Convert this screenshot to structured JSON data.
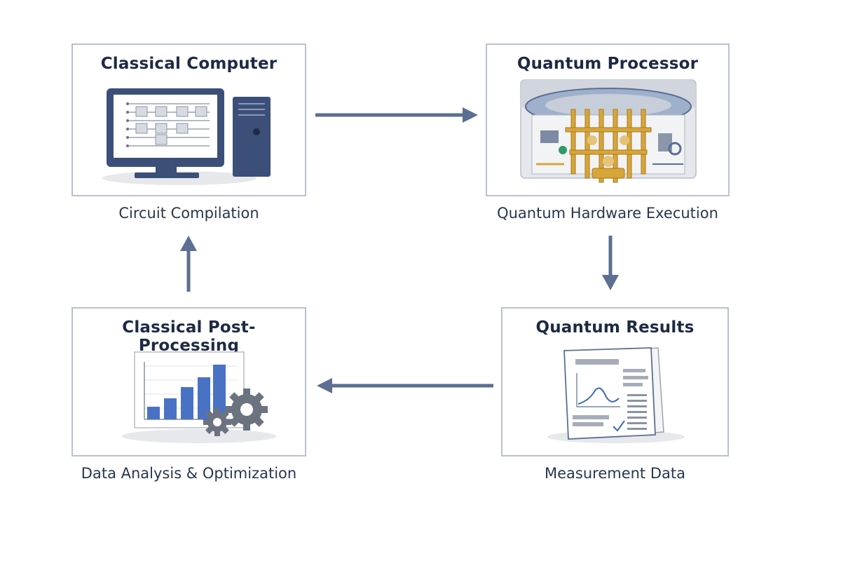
{
  "colors": {
    "accent": "#5b6f92",
    "navy": "#3c4f78",
    "box_border": "#b9c1cf",
    "bar_blue": "#4a72c4",
    "gear": "#6b7280"
  },
  "nodes": {
    "classical_computer": {
      "title": "Classical Computer",
      "caption": "Circuit Compilation",
      "icon": "desktop-computer-icon"
    },
    "quantum_processor": {
      "title": "Quantum Processor",
      "caption": "Quantum Hardware Execution",
      "icon": "quantum-processor-icon"
    },
    "quantum_results": {
      "title": "Quantum Results",
      "caption": "Measurement Data",
      "icon": "results-document-icon"
    },
    "post_processing": {
      "title": "Classical Post-Processing",
      "caption": "Data Analysis & Optimization",
      "icon": "bar-chart-gears-icon"
    }
  },
  "flow": [
    "classical_computer",
    "quantum_processor",
    "quantum_results",
    "post_processing",
    "classical_computer"
  ]
}
